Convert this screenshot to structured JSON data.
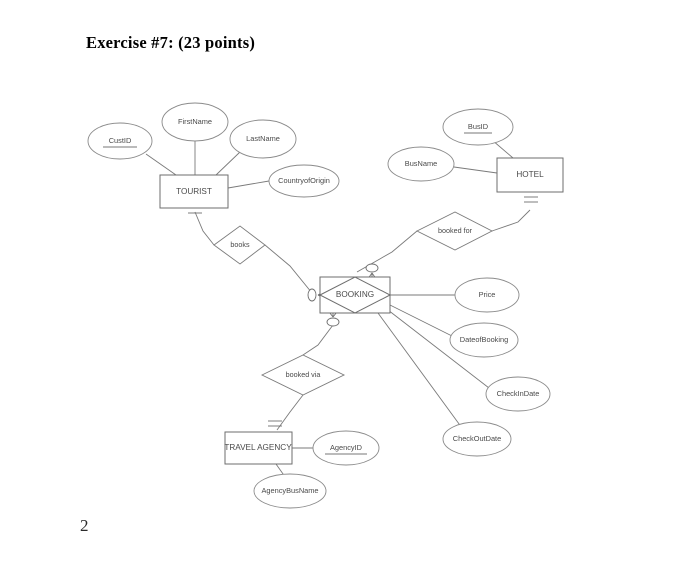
{
  "document": {
    "title": "Exercise #7: (23 points)",
    "page_number": "2"
  },
  "diagram": {
    "type": "entity-relationship-diagram",
    "notation": "crow's foot",
    "entities": [
      {
        "id": "tourist",
        "label": "TOURIST",
        "shape": "rectangle"
      },
      {
        "id": "hotel",
        "label": "HOTEL",
        "shape": "rectangle"
      },
      {
        "id": "booking",
        "label": "BOOKING",
        "shape": "associative-entity"
      },
      {
        "id": "travel_agency",
        "label": "TRAVEL AGENCY",
        "shape": "rectangle"
      }
    ],
    "attributes": [
      {
        "id": "custid",
        "label": "CustID",
        "owner": "tourist",
        "primary_key": true
      },
      {
        "id": "firstname",
        "label": "FirstName",
        "owner": "tourist",
        "primary_key": false
      },
      {
        "id": "lastname",
        "label": "LastName",
        "owner": "tourist",
        "primary_key": false
      },
      {
        "id": "countryoforigin",
        "label": "CountryofOrigin",
        "owner": "tourist",
        "primary_key": false
      },
      {
        "id": "busid",
        "label": "BusID",
        "owner": "hotel",
        "primary_key": true
      },
      {
        "id": "busname",
        "label": "BusName",
        "owner": "hotel",
        "primary_key": false
      },
      {
        "id": "price",
        "label": "Price",
        "owner": "booking",
        "primary_key": false
      },
      {
        "id": "dateofbooking",
        "label": "DateofBooking",
        "owner": "booking",
        "primary_key": false
      },
      {
        "id": "checkindate",
        "label": "CheckInDate",
        "owner": "booking",
        "primary_key": false
      },
      {
        "id": "checkoutdate",
        "label": "CheckOutDate",
        "owner": "booking",
        "primary_key": false
      },
      {
        "id": "agencyid",
        "label": "AgencyID",
        "owner": "travel_agency",
        "primary_key": true
      },
      {
        "id": "agencybusname",
        "label": "AgencyBusName",
        "owner": "travel_agency",
        "primary_key": false
      }
    ],
    "relationships": [
      {
        "id": "books",
        "label": "books",
        "from": "tourist",
        "to": "booking",
        "from_cardinality": "one",
        "to_cardinality": "zero-or-many"
      },
      {
        "id": "booked_for",
        "label": "booked for",
        "from": "hotel",
        "to": "booking",
        "from_cardinality": "one",
        "to_cardinality": "zero-or-many"
      },
      {
        "id": "booked_via",
        "label": "booked via",
        "from": "booking",
        "to": "travel_agency",
        "from_cardinality": "zero-or-many",
        "to_cardinality": "one"
      }
    ],
    "colors": {
      "background": "#ffffff",
      "stroke": "#6e6e6e",
      "text": "#4a4a4a",
      "title_text": "#000000"
    }
  }
}
